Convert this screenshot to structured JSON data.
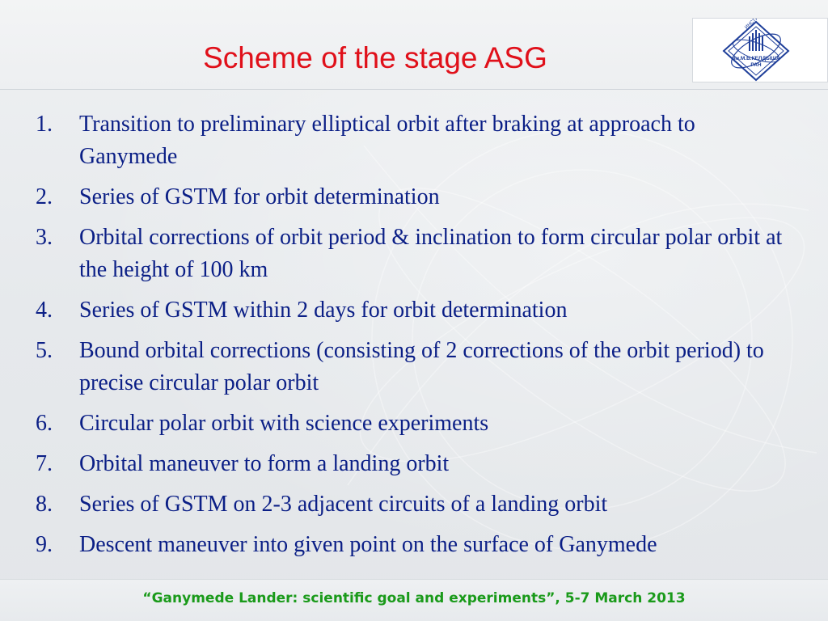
{
  "slide": {
    "title": "Scheme of the stage ASG",
    "logo": {
      "icon": "institute-emblem",
      "text_lines": [
        "ИНСТИТУТ",
        "им.М.В.КЕЛДЫША",
        "РАН"
      ]
    },
    "steps": [
      {
        "number": "1.",
        "text": "Transition to preliminary elliptical orbit after braking at approach to Ganymede"
      },
      {
        "number": "2.",
        "text": "Series of GSTM for orbit determination"
      },
      {
        "number": "3.",
        "text": "Orbital corrections of orbit period & inclination to form circular polar orbit at the height of 100 km"
      },
      {
        "number": "4.",
        "text": "Series of GSTM within 2 days for orbit determination"
      },
      {
        "number": "5.",
        "text": "Bound orbital corrections (consisting of  2 corrections of the orbit period) to precise circular polar orbit"
      },
      {
        "number": "6.",
        "text": "Circular polar orbit with science experiments"
      },
      {
        "number": "7.",
        "text": "Orbital maneuver to form a landing orbit"
      },
      {
        "number": "8.",
        "text": "Series of GSTM on 2-3 adjacent circuits of a landing orbit"
      },
      {
        "number": "9.",
        "text": "Descent maneuver into given point on the surface of Ganymede"
      }
    ],
    "footer": "“Ganymede Lander: scientific goal and experiments”, 5-7 March 2013"
  },
  "colors": {
    "title": "#e0101a",
    "body_text": "#0b1f86",
    "footer_text": "#1a9a1a",
    "logo_blue": "#1f3f9a"
  }
}
